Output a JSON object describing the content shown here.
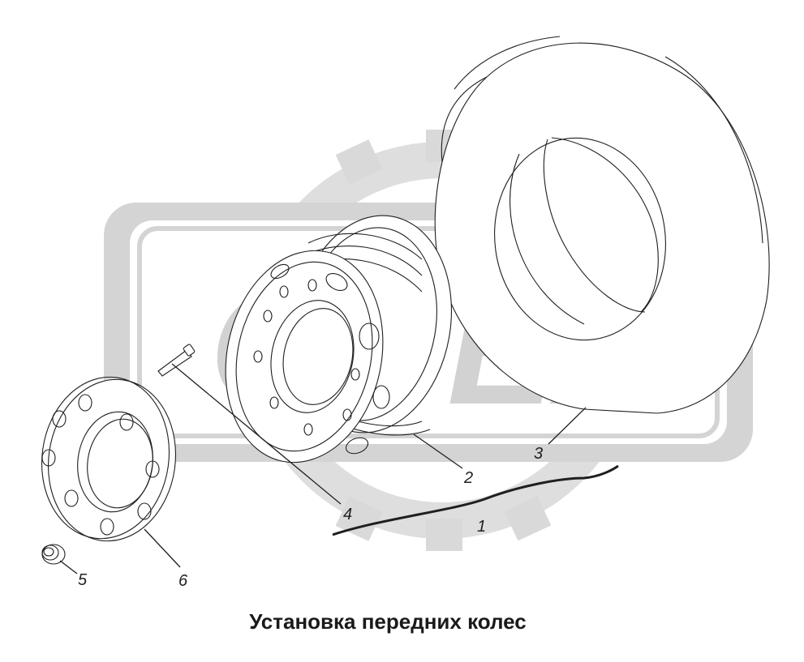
{
  "caption": "Установка передних колес",
  "watermark": {
    "text": "ОРЕХ",
    "color": "#d6d6d6"
  },
  "callouts": [
    {
      "id": "1",
      "label": "1"
    },
    {
      "id": "2",
      "label": "2"
    },
    {
      "id": "3",
      "label": "3"
    },
    {
      "id": "4",
      "label": "4"
    },
    {
      "id": "5",
      "label": "5"
    },
    {
      "id": "6",
      "label": "6"
    }
  ],
  "colors": {
    "line": "#1f1f1f",
    "watermark": "#d6d6d6",
    "background": "#ffffff"
  }
}
